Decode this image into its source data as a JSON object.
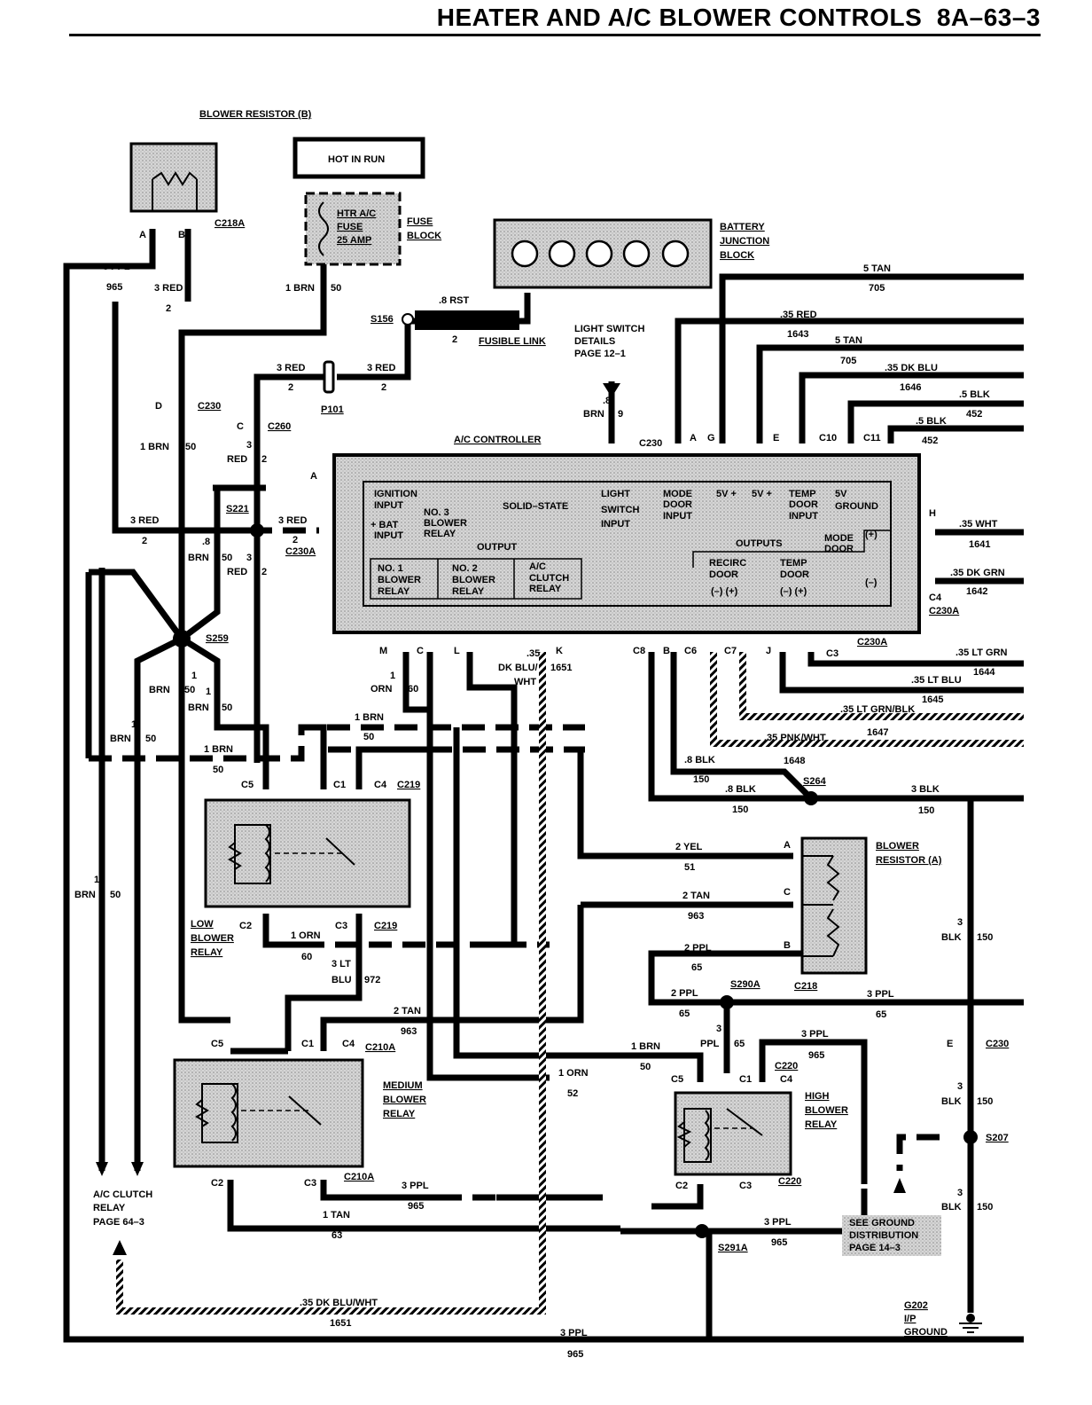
{
  "page": {
    "title": "HEATER AND A/C BLOWER CONTROLS",
    "page_number": "8A–63–3"
  },
  "components": {
    "blower_resistor_b": "BLOWER RESISTOR (B)",
    "hot_in_run": "HOT IN RUN",
    "fuse": [
      "HTR A/C",
      "FUSE",
      "25 AMP"
    ],
    "fuse_block": [
      "FUSE",
      "BLOCK"
    ],
    "battery_junction": [
      "BATTERY",
      "JUNCTION",
      "BLOCK"
    ],
    "fusible_link": "FUSIBLE LINK",
    "light_switch_details": [
      "LIGHT SWITCH",
      "DETAILS",
      "PAGE 12–1"
    ],
    "ac_controller": "A/C CONTROLLER",
    "low_blower_relay": [
      "LOW",
      "BLOWER",
      "RELAY"
    ],
    "medium_blower_relay": [
      "MEDIUM",
      "BLOWER",
      "RELAY"
    ],
    "high_blower_relay": [
      "HIGH",
      "BLOWER",
      "RELAY"
    ],
    "blower_resistor_a": [
      "BLOWER",
      "RESISTOR (A)"
    ],
    "ac_clutch_relay": [
      "A/C CLUTCH",
      "RELAY",
      "PAGE 64–3"
    ],
    "ground_distribution": [
      "SEE GROUND",
      "DISTRIBUTION",
      "PAGE 14–3"
    ],
    "ground": [
      "G202",
      "I/P",
      "GROUND"
    ]
  },
  "controller_labels": {
    "ignition_input": [
      "IGNITION",
      "INPUT"
    ],
    "bat_input": [
      "+ BAT",
      "INPUT"
    ],
    "no3": [
      "NO. 3",
      "BLOWER",
      "RELAY"
    ],
    "solid_state": "SOLID–STATE",
    "output": "OUTPUT",
    "no1": [
      "NO. 1",
      "BLOWER",
      "RELAY"
    ],
    "no2": [
      "NO. 2",
      "BLOWER",
      "RELAY"
    ],
    "ac_clutch": [
      "A/C",
      "CLUTCH",
      "RELAY"
    ],
    "light_switch_input": [
      "LIGHT",
      "SWITCH",
      "INPUT"
    ],
    "mode_door_input": [
      "MODE",
      "DOOR",
      "INPUT"
    ],
    "5v_1": "5V +",
    "5v_2": "5V +",
    "temp_door_input": [
      "TEMP",
      "DOOR",
      "INPUT"
    ],
    "5v_ground": [
      "5V",
      "GROUND"
    ],
    "outputs": "OUTPUTS",
    "mode_door": [
      "MODE",
      "DOOR"
    ],
    "recirc_door": [
      "RECIRC",
      "DOOR"
    ],
    "temp_door": [
      "TEMP",
      "DOOR"
    ],
    "plus": "(+)",
    "minus": "(–)",
    "minus_plus": "(–)  (+)"
  },
  "connectors": {
    "c218a": "C218A",
    "c230": "C230",
    "c260": "C260",
    "s221": "S221",
    "c230a": "C230A",
    "s259": "S259",
    "s156": "S156",
    "p101": "P101",
    "c219": "C219",
    "c210a": "C210A",
    "c220": "C220",
    "c218": "C218",
    "s264": "S264",
    "s290a": "S290A",
    "s291a": "S291A",
    "s207": "S207",
    "c10": "C10",
    "c11": "C11",
    "c4": "C4",
    "c3": "C3"
  },
  "pins": {
    "A": "A",
    "B": "B",
    "C": "C",
    "D": "D",
    "E": "E",
    "G": "G",
    "H": "H",
    "J": "J",
    "K": "K",
    "L": "L",
    "M": "M",
    "C1": "C1",
    "C2": "C2",
    "C3": "C3",
    "C4": "C4",
    "C5": "C5",
    "C6": "C6",
    "C7": "C7",
    "C8": "C8"
  },
  "wires": {
    "ppl_3": "3 PPL",
    "c965": "965",
    "red_3": "3 RED",
    "c2": "2",
    "brn_1": "1 BRN",
    "c50": "50",
    "rst": ".8 RST",
    "tan_5": "5 TAN",
    "c705": "705",
    "red_35": ".35 RED",
    "c1643": "1643",
    "dkblu_35": ".35 DK BLU",
    "c1646": "1646",
    "blk_5": ".5 BLK",
    "c452": "452",
    "wht_35": ".35 WHT",
    "c1641": "1641",
    "dkgrn_35": ".35 DK GRN",
    "c1642": "1642",
    "ltgrn_35": ".35 LT GRN",
    "c1644": "1644",
    "ltblu_35": ".35 LT BLU",
    "c1645": "1645",
    "ltgrnblk_35": ".35 LT GRN/BLK",
    "c1647": "1647",
    "pnkwht_35": ".35 PNK/WHT",
    "c1648": "1648",
    "blk_8": ".8 BLK",
    "c150": "150",
    "blk_3": "3 BLK",
    "yel_2": "2 YEL",
    "c51": "51",
    "tan_2": "2 TAN",
    "c963": "963",
    "ppl_2": "2 PPL",
    "c65": "65",
    "orn_1": "1 ORN",
    "c60": "60",
    "c52": "52",
    "ltblu_3": "3 LT",
    "blu": "BLU",
    "c972": "972",
    "tan_1": "1 TAN",
    "c63": "63",
    "dkbluwht_35": ".35 DK BLU/WHT",
    "c1651": "1651",
    "brn_8": ".8",
    "brn": "BRN",
    "c9": "9",
    "red": "RED",
    "orn": "ORN",
    "blk": "BLK",
    "ppl": "PPL",
    "n1": "1",
    "n3": "3",
    "dkblu_wht_v": ".35",
    "dkblu": "DK BLU/",
    "wht": "WHT"
  }
}
